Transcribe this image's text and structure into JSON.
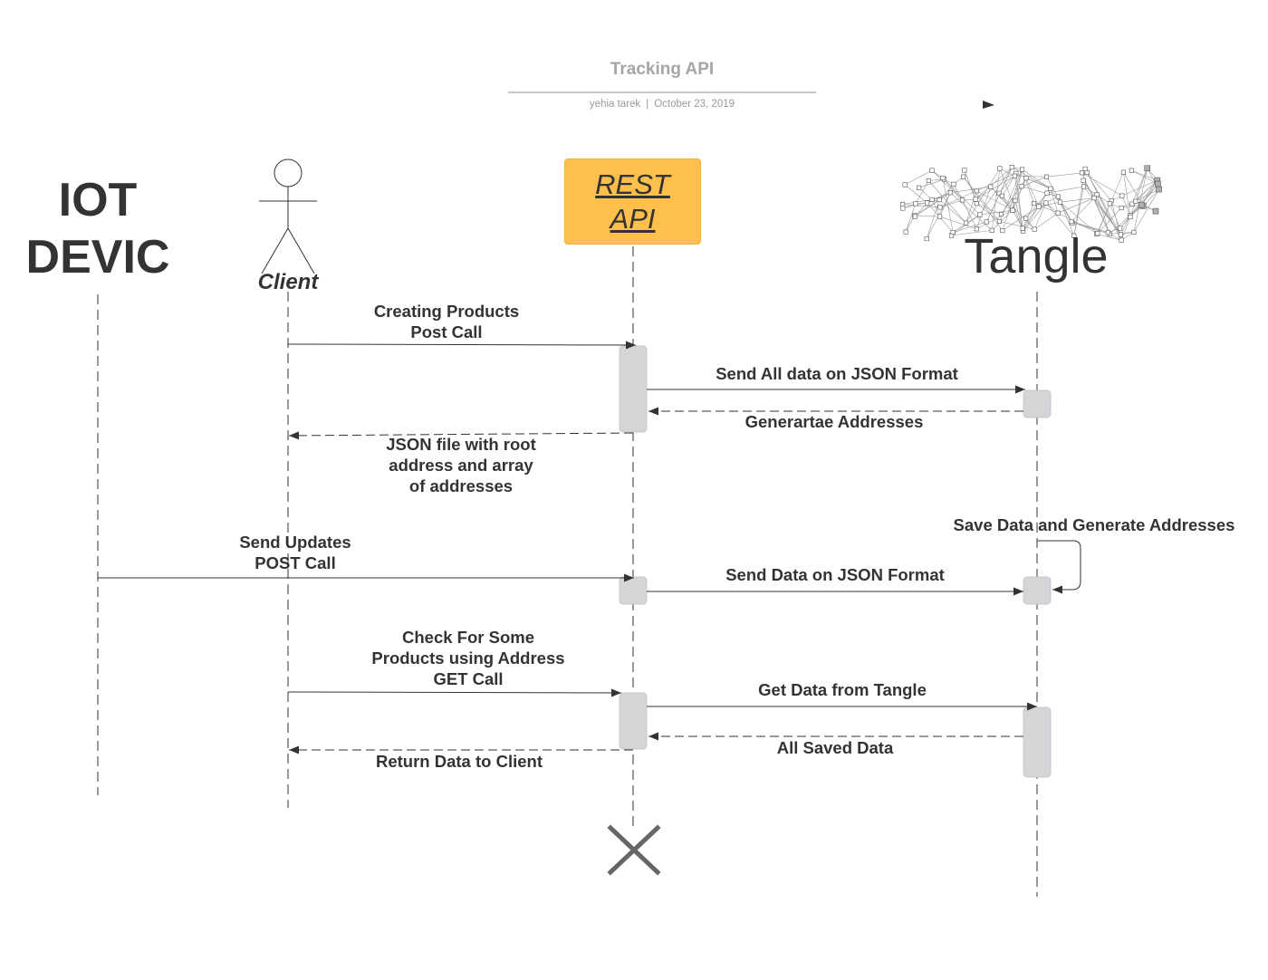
{
  "document": {
    "title": "Tracking API",
    "author": "yehia tarek",
    "separator": "|",
    "date": "October 23, 2019"
  },
  "participants": {
    "iot_device": "IOT\nDEVIC",
    "client": "Client",
    "rest_api": "REST\nAPI",
    "tangle": "Tangle"
  },
  "messages": {
    "create_products": "Creating Products\nPost Call",
    "send_all_json": "Send All data on JSON Format",
    "generate_addresses": "Generartae Addresses",
    "json_file_response": "JSON file with root\naddress and array\nof addresses",
    "save_and_generate": "Save Data and Generate Addresses",
    "send_updates": "Send Updates\nPOST Call",
    "send_data_json": "Send Data on JSON Format",
    "check_products": "Check For Some\nProducts using Address\nGET Call",
    "get_from_tangle": "Get Data from Tangle",
    "all_saved_data": "All Saved Data",
    "return_to_client": "Return Data to Client"
  },
  "colors": {
    "rest_box_fill": "#ffbf4d",
    "activation_fill": "#d5d5d8",
    "line": "#333333",
    "destroy_mark": "#666666"
  },
  "icons": {
    "client": "stick-figure-actor-icon",
    "tangle": "dag-network-graph-icon",
    "destroy": "x-destroy-icon",
    "corner": "flag-pointer-icon"
  }
}
